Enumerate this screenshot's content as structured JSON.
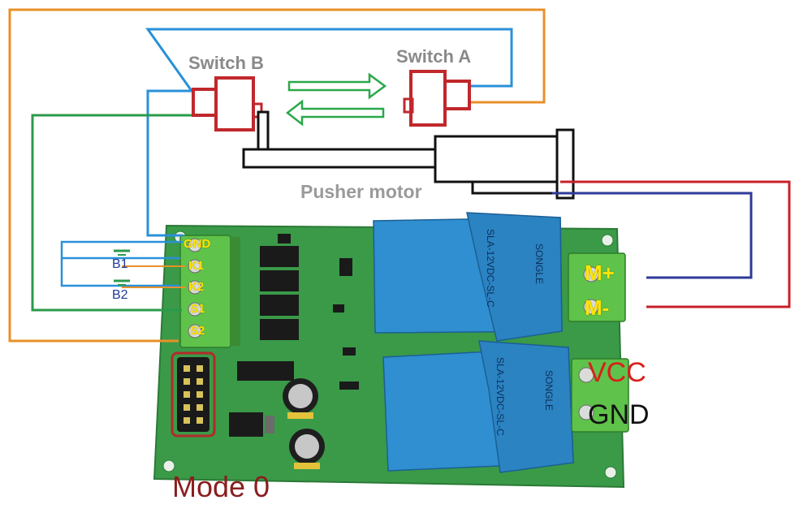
{
  "labels": {
    "switch_b": "Switch B",
    "switch_a": "Switch A",
    "pusher_motor": "Pusher motor",
    "gnd_terminal": "GND",
    "k1": "K1",
    "k2": "K2",
    "s1": "S1",
    "s2": "S2",
    "b1": "B1",
    "b2": "B2",
    "m_plus": "M+",
    "m_minus": "M-",
    "vcc": "VCC",
    "gnd_power": "GND",
    "mode": "Mode 0"
  },
  "relays": [
    {
      "model": "SLA-12VDC-SL-C",
      "brand": "SONGLE"
    },
    {
      "model": "SLA-12VDC-SL-C",
      "brand": "SONGLE"
    }
  ],
  "colors": {
    "board": "#3a9a48",
    "relay": "#2f8fd0",
    "wire_orange": "#e8902a",
    "wire_blue": "#2a90d8",
    "wire_green": "#2a9a4a",
    "wire_red": "#c8202a",
    "wire_navy": "#2e3a9a",
    "switch_red": "#c0282c",
    "arrow_green": "#2aa84a",
    "vcc_red": "#d8201a",
    "mode_dark_red": "#8a1e1e"
  }
}
